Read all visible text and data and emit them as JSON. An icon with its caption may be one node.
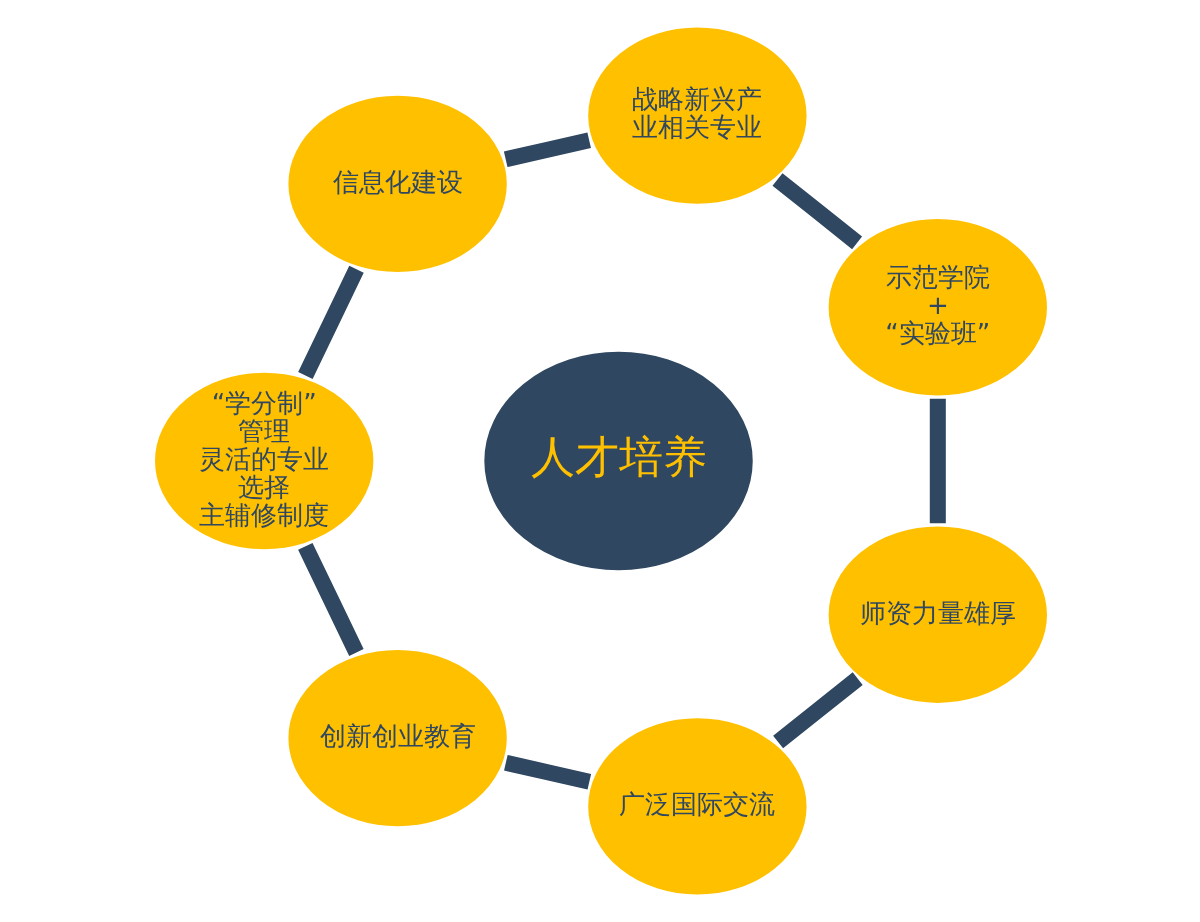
{
  "diagram": {
    "nodes": [
      {
        "text": [
          "人才培养"
        ]
      },
      {
        "text": [
          "示范学院",
          "+",
          "“实验班”"
        ]
      },
      {
        "text": [
          "战略新兴产业相关专业"
        ]
      },
      {
        "text": [
          "信息化建设"
        ]
      },
      {
        "text": [
          "“学分制”管理",
          "灵活的专业选择",
          "主辅修制度"
        ]
      },
      {
        "text": [
          "创新创业教育"
        ]
      },
      {
        "text": [
          "广泛国际交流"
        ]
      },
      {
        "text": [
          "师资力量雄厚"
        ]
      }
    ],
    "edges": [
      {
        "from": 1,
        "to": 2,
        "arrow": "none"
      },
      {
        "from": 2,
        "to": 3,
        "arrow": "none"
      },
      {
        "from": 3,
        "to": 4,
        "arrow": "none"
      },
      {
        "from": 4,
        "to": 5,
        "arrow": "none"
      },
      {
        "from": 5,
        "to": 6,
        "arrow": "none"
      },
      {
        "from": 6,
        "to": 7,
        "arrow": "none"
      },
      {
        "from": 7,
        "to": 1,
        "arrow": "none"
      }
    ]
  }
}
